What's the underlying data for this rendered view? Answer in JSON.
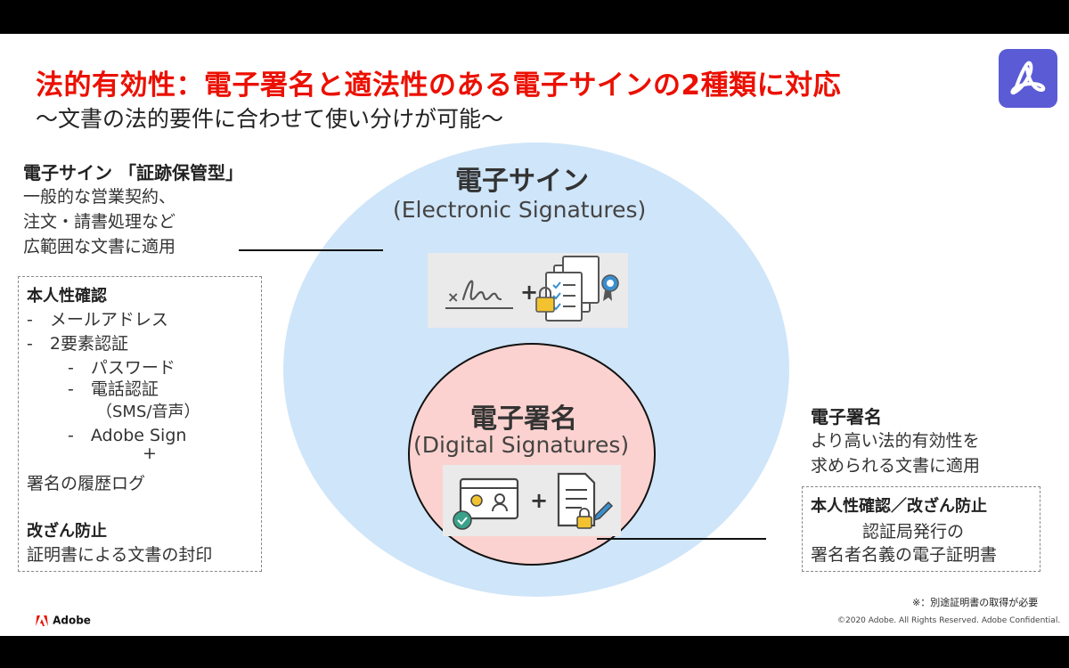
{
  "title": "法的有効性：電子署名と適法性のある電子サインの2種類に対応",
  "subtitle": "～文書の法的要件に合わせて使い分けが可能～",
  "big_circle": {
    "heading": "電子サイン",
    "subheading": "(Electronic Signatures)"
  },
  "small_circle": {
    "heading": "電子署名",
    "subheading": "(Digital Signatures)"
  },
  "left_panel": {
    "heading": "電子サイン 「証跡保管型」",
    "lines": [
      "一般的な営業契約、",
      "注文・請書処理など",
      "広範囲な文書に適用"
    ],
    "box": {
      "section1_title": "本人性確認",
      "item1": "-　メールアドレス",
      "item2": "-　2要素認証",
      "sub1": "-　パスワード",
      "sub2": "-　電話認証",
      "sub2_note": "（SMS/音声）",
      "sub3": "-　Adobe Sign",
      "plus": "+",
      "log": "署名の履歴ログ",
      "section2_title": "改ざん防止",
      "section2_text": "証明書による文書の封印"
    }
  },
  "right_panel": {
    "heading": "電子署名",
    "lines": [
      "より高い法的有効性を",
      "求められる文書に適用"
    ],
    "box": {
      "title": "本人性確認／改ざん防止",
      "line1": "認証局発行の",
      "line2": "署名者名義の電子証明書"
    }
  },
  "footer": {
    "note": "※：別途証明書の取得が必要",
    "copyright": "©2020 Adobe. All Rights Reserved. Adobe Confidential.",
    "brand": "Adobe"
  },
  "colors": {
    "title_red": "#eb1000",
    "big_circle": "#cfe5f9",
    "small_circle": "#fbd2cf",
    "acrobat_tile": "#5b5bd6"
  },
  "icons": [
    "acrobat-logo-icon",
    "signature-line-icon",
    "certified-document-icon",
    "certificate-card-icon",
    "signed-document-icon",
    "adobe-logo-icon"
  ]
}
